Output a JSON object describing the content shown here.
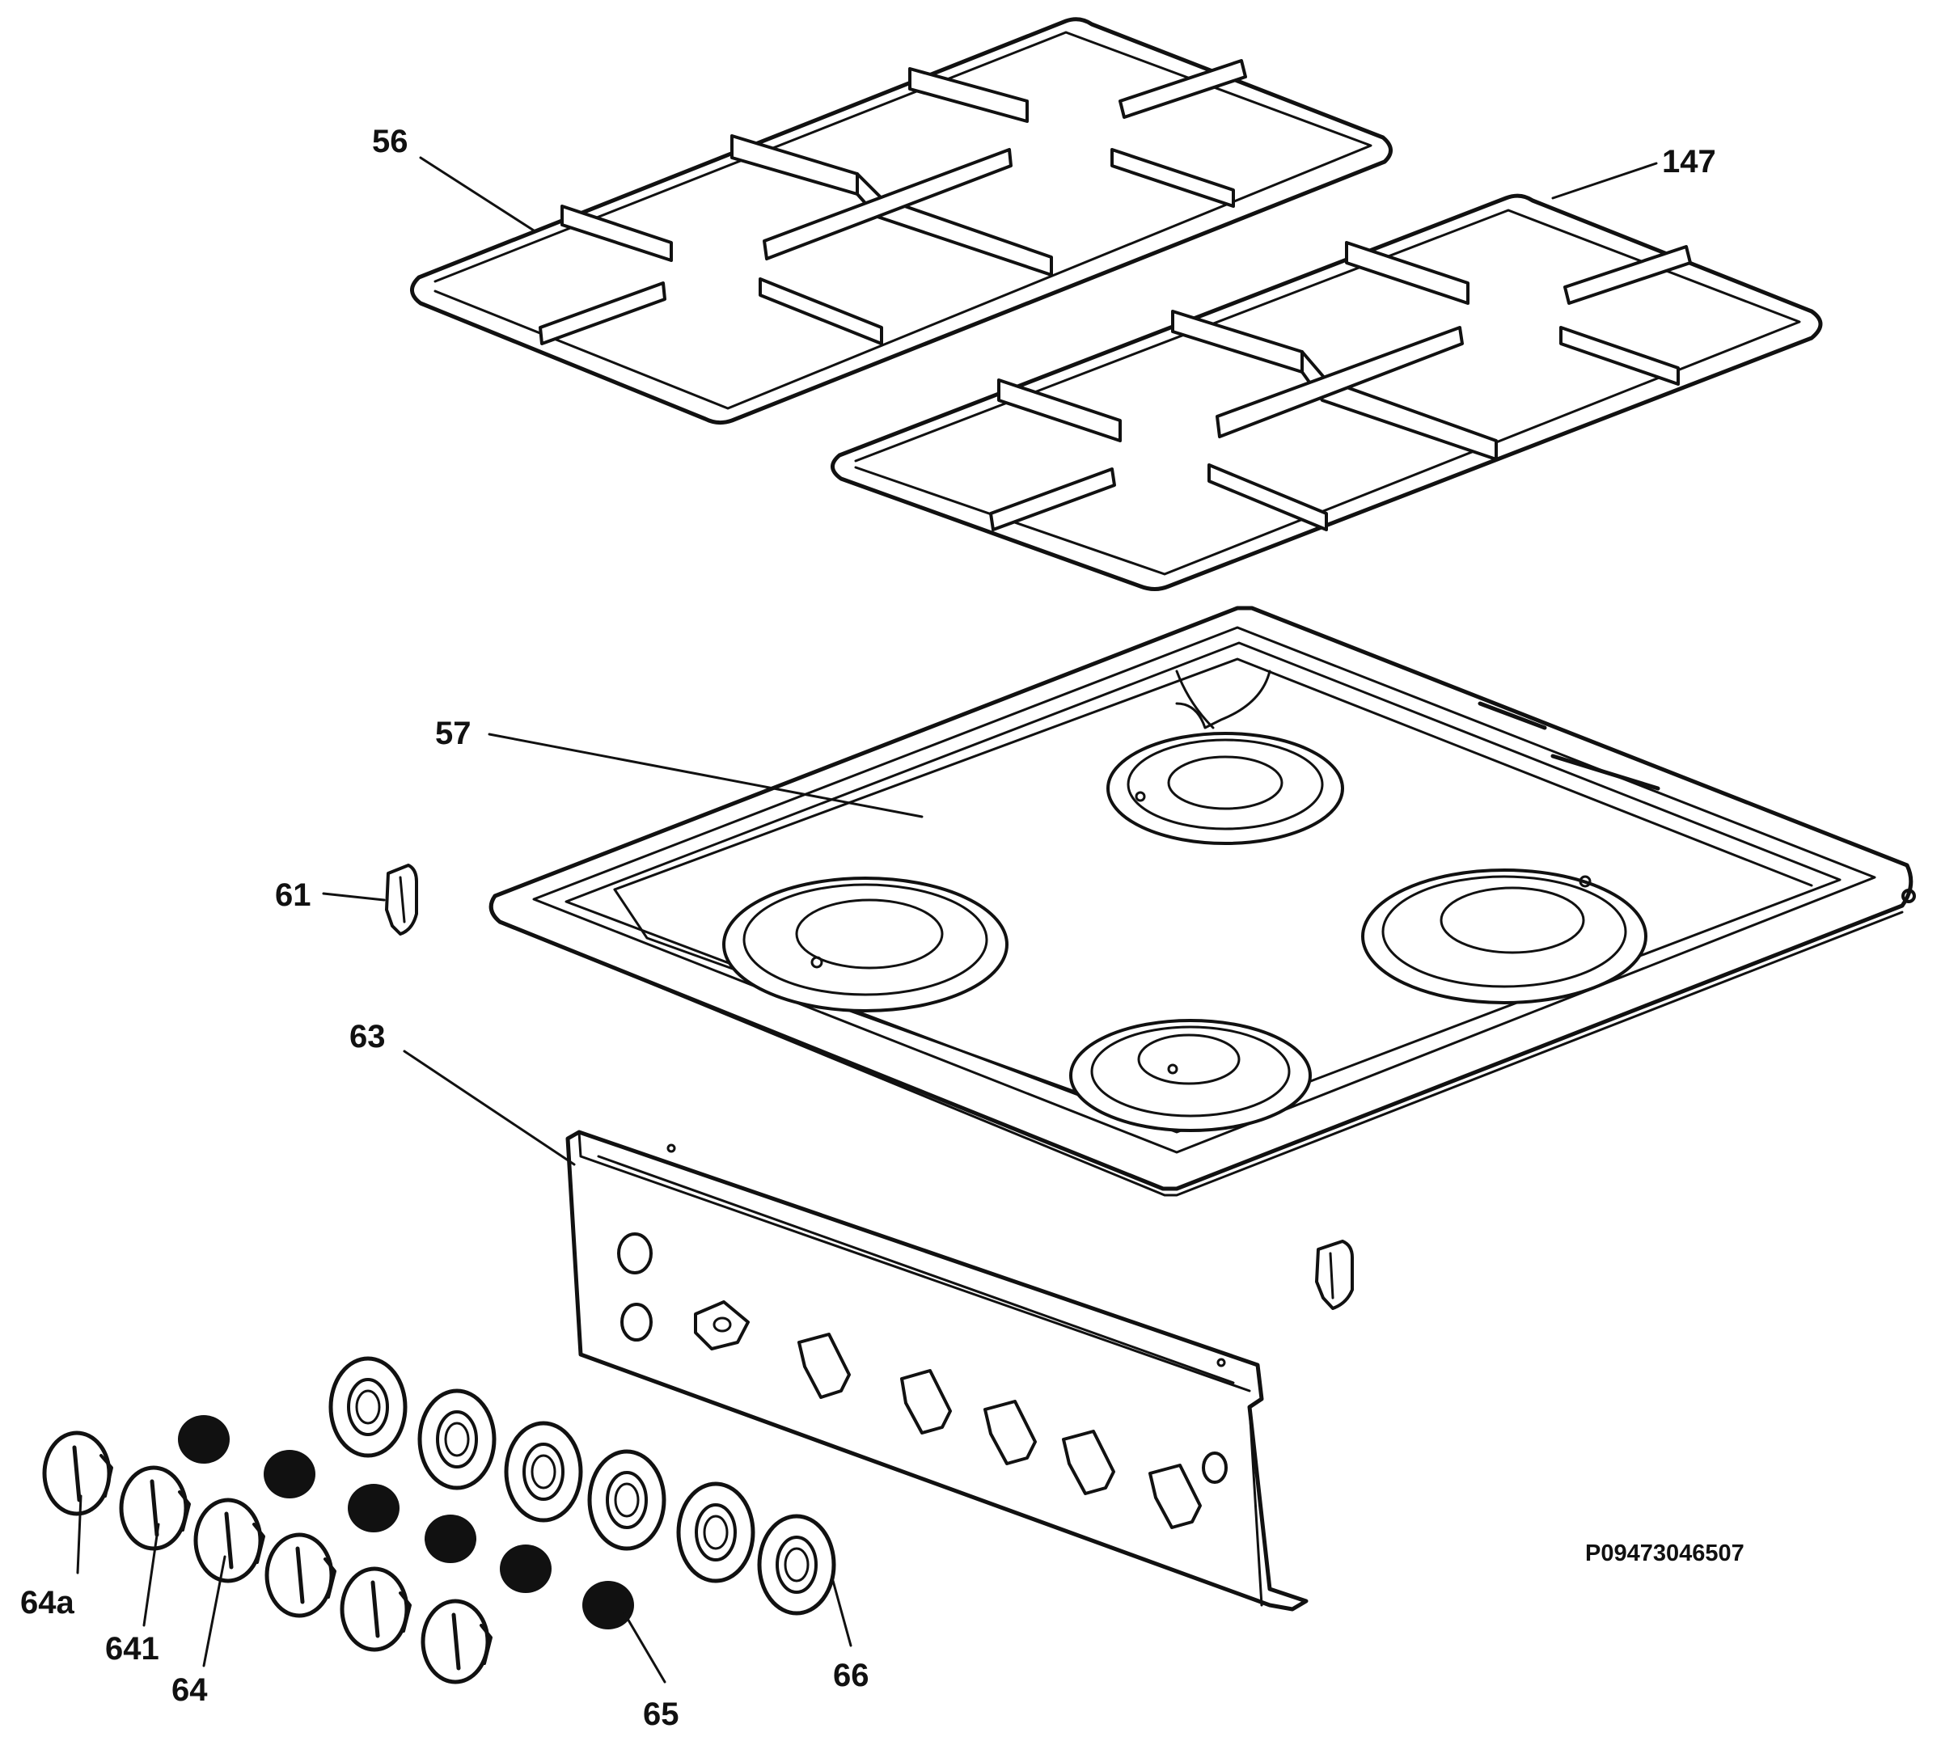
{
  "document_id": "P09473046507",
  "colors": {
    "ink": "#111111",
    "paper": "#ffffff"
  },
  "callouts": {
    "c56": "56",
    "c147": "147",
    "c57": "57",
    "c61": "61",
    "c63": "63",
    "c64a": "64a",
    "c641": "641",
    "c64": "64",
    "c65": "65",
    "c66": "66"
  }
}
